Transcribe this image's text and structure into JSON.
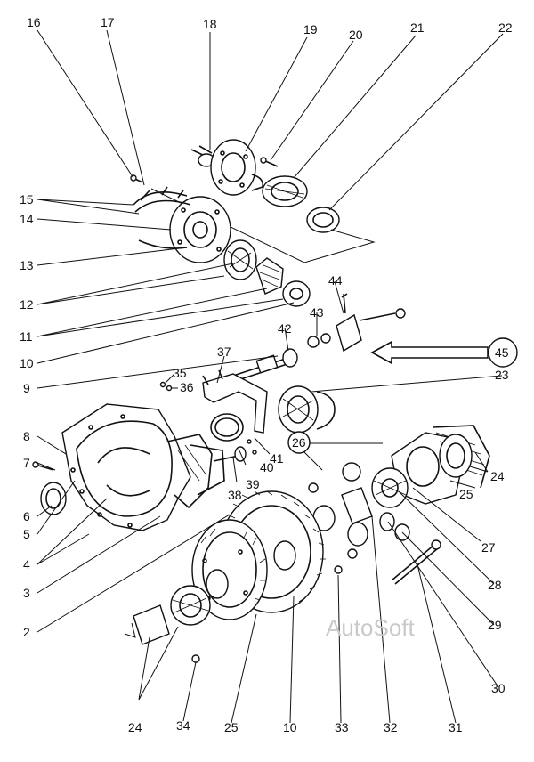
{
  "watermark": "AutoSoft",
  "labels": {
    "l16": "16",
    "l17": "17",
    "l18": "18",
    "l19": "19",
    "l20": "20",
    "l21": "21",
    "l22": "22",
    "l15": "15",
    "l14": "14",
    "l13": "13",
    "l12": "12",
    "l11": "11",
    "l10a": "10",
    "l9": "9",
    "l8": "8",
    "l7": "7",
    "l6": "6",
    "l5": "5",
    "l4": "4",
    "l3": "3",
    "l2": "2",
    "l44": "44",
    "l43": "43",
    "l42": "42",
    "l45": "45",
    "l37": "37",
    "l35": "35",
    "l36": "36",
    "l23": "23",
    "l26": "26",
    "l24a": "24",
    "l25a": "25",
    "l41": "41",
    "l40": "40",
    "l39": "39",
    "l38": "38",
    "l27": "27",
    "l28": "28",
    "l29": "29",
    "l30": "30",
    "l31": "31",
    "l32": "32",
    "l33": "33",
    "l10b": "10",
    "l25b": "25",
    "l34": "34",
    "l24b": "24"
  }
}
